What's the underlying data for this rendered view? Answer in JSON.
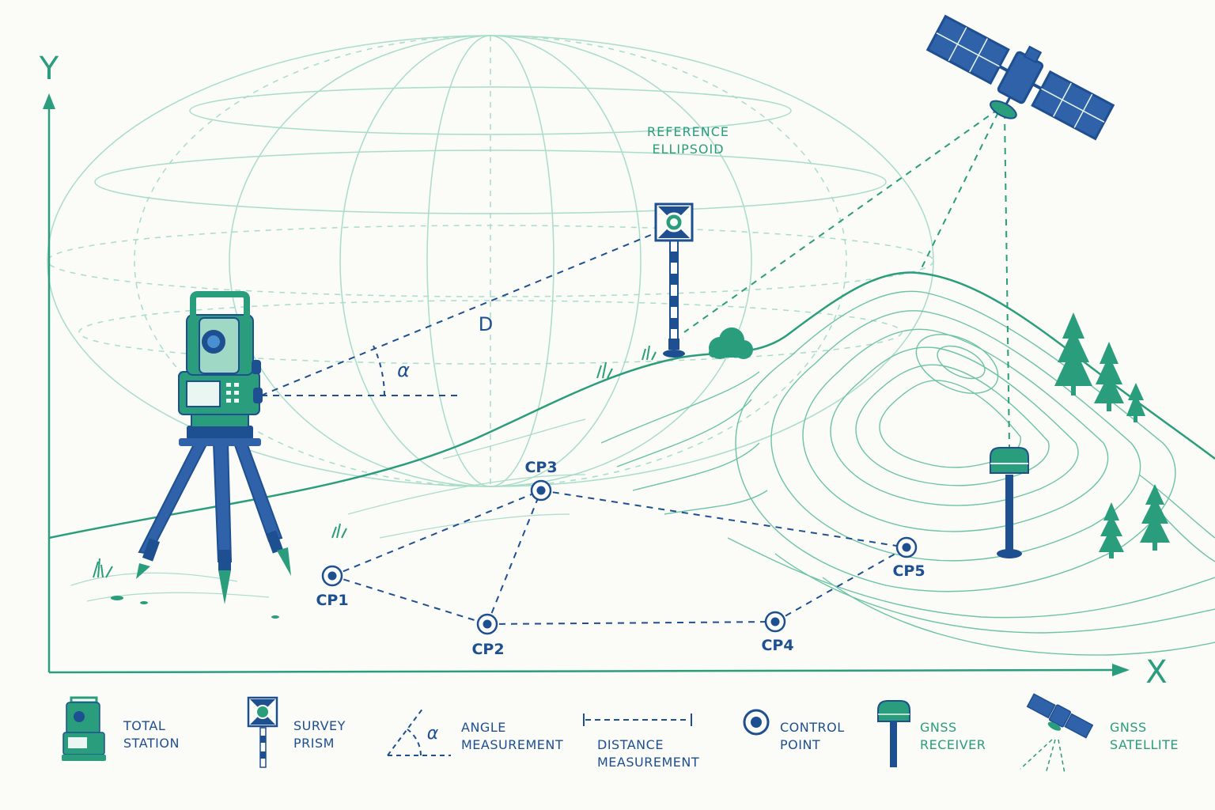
{
  "axes": {
    "x_label": "X",
    "y_label": "Y"
  },
  "reference_ellipsoid": {
    "line1": "REFERENCE",
    "line2": "ELLIPSOID"
  },
  "measurements": {
    "distance_label": "D",
    "angle_label": "α"
  },
  "control_points": [
    {
      "label": "CP1"
    },
    {
      "label": "CP2"
    },
    {
      "label": "CP3"
    },
    {
      "label": "CP4"
    },
    {
      "label": "CP5"
    }
  ],
  "legend": [
    {
      "line1": "TOTAL",
      "line2": "STATION",
      "icon": "total-station-icon"
    },
    {
      "line1": "SURVEY",
      "line2": "PRISM",
      "icon": "survey-prism-icon"
    },
    {
      "line1": "ANGLE",
      "line2": "MEASUREMENT",
      "icon": "angle-measurement-icon",
      "symbol": "α"
    },
    {
      "line1": "DISTANCE",
      "line2": "MEASUREMENT",
      "icon": "distance-measurement-icon"
    },
    {
      "line1": "CONTROL",
      "line2": "POINT",
      "icon": "control-point-icon"
    },
    {
      "line1": "GNSS",
      "line2": "RECEIVER",
      "icon": "gnss-receiver-icon"
    },
    {
      "line1": "GNSS",
      "line2": "SATELLITE",
      "icon": "gnss-satellite-icon"
    }
  ],
  "colors": {
    "green": "#2a9d7c",
    "blue": "#1d4f91",
    "light_green": "#a8dccb",
    "background": "#fbfbf7"
  }
}
